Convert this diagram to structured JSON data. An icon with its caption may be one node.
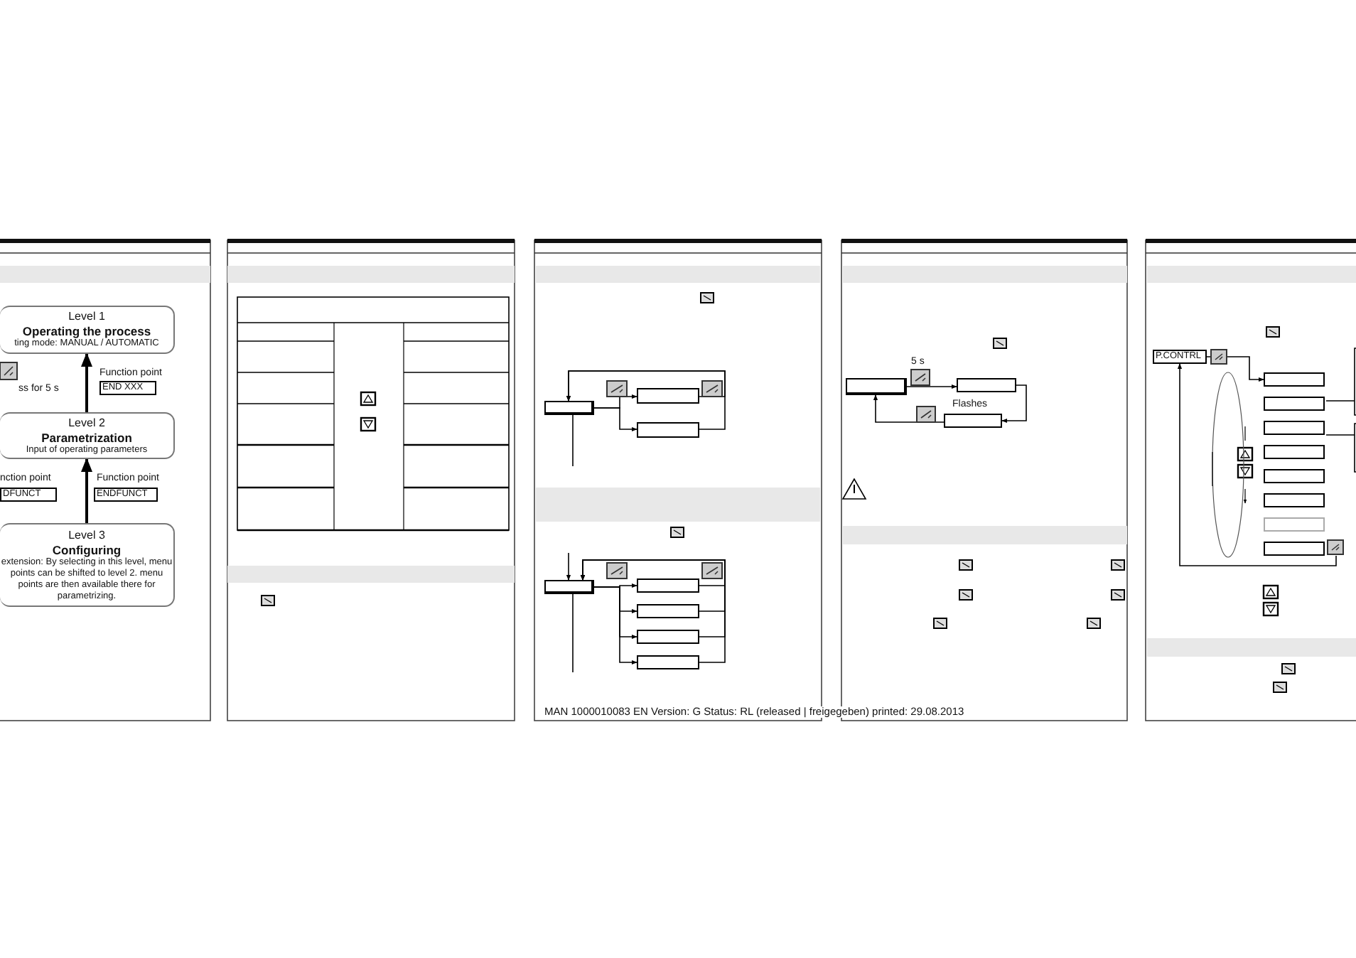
{
  "diagram": {
    "nodes": [
      {
        "text": [
          "Level 1",
          "Operating the process",
          "ting mode: MANUAL / AUTOMATIC"
        ]
      },
      {
        "text": [
          "Level 2",
          "Parametrization",
          "Input of operating parameters"
        ]
      },
      {
        "text": [
          "Level 3",
          "Configuring",
          "extension: By selecting in this level, menu points can be shifted to level 2. menu points are then available there for parametrizing."
        ]
      },
      {
        "text": [
          "END XXX"
        ]
      },
      {
        "text": [
          "DFUNCT"
        ]
      },
      {
        "text": [
          "ENDFUNCT"
        ]
      },
      {
        "text": [],
        "shape": "box"
      },
      {
        "text": [],
        "shape": "box"
      },
      {
        "text": [],
        "shape": "box"
      },
      {
        "text": [],
        "shape": "box"
      },
      {
        "text": [],
        "shape": "box"
      },
      {
        "text": [],
        "shape": "box"
      },
      {
        "text": [],
        "shape": "box"
      },
      {
        "text": [],
        "shape": "box"
      },
      {
        "text": [],
        "shape": "box"
      },
      {
        "text": [],
        "shape": "box"
      },
      {
        "text": [],
        "shape": "box",
        "beside": [
          "Flashes"
        ]
      },
      {
        "text": [
          "P.CONTRL"
        ]
      },
      {
        "text": [],
        "shape": "box"
      },
      {
        "text": [],
        "shape": "box"
      },
      {
        "text": [],
        "shape": "box"
      },
      {
        "text": [],
        "shape": "box"
      },
      {
        "text": [],
        "shape": "box"
      },
      {
        "text": [],
        "shape": "box"
      },
      {
        "text": [],
        "shape": "box"
      },
      {
        "text": [],
        "shape": "box"
      }
    ],
    "edges": [
      {
        "from": 1,
        "to": 0,
        "arrow": "to"
      },
      {
        "from": 2,
        "to": 1,
        "arrow": "to"
      },
      {
        "from": 6,
        "to": 7,
        "arrow": "to"
      },
      {
        "from": 6,
        "to": 8,
        "arrow": "to"
      },
      {
        "from": 7,
        "to": 6,
        "arrow": "to"
      },
      {
        "from": 8,
        "to": 6,
        "arrow": "to"
      },
      {
        "from": 6,
        "to": null,
        "arrow": "none"
      },
      {
        "from": null,
        "to": 9,
        "arrow": "to"
      },
      {
        "from": 9,
        "to": 10,
        "arrow": "to"
      },
      {
        "from": 9,
        "to": 11,
        "arrow": "to"
      },
      {
        "from": 9,
        "to": 12,
        "arrow": "to"
      },
      {
        "from": 9,
        "to": 13,
        "arrow": "to"
      },
      {
        "from": 10,
        "to": 9,
        "arrow": "to"
      },
      {
        "from": 11,
        "to": 9,
        "arrow": "to"
      },
      {
        "from": 12,
        "to": 9,
        "arrow": "to"
      },
      {
        "from": 13,
        "to": 9,
        "arrow": "to"
      },
      {
        "from": 9,
        "to": null,
        "arrow": "none"
      },
      {
        "from": 14,
        "to": 15,
        "arrow": "to",
        "label": "5 s"
      },
      {
        "from": 15,
        "to": 16,
        "arrow": "to"
      },
      {
        "from": 16,
        "to": 14,
        "arrow": "to"
      },
      {
        "from": 17,
        "to": 18,
        "arrow": "to"
      },
      {
        "from": 25,
        "to": 17,
        "arrow": "to"
      }
    ],
    "labels": [
      "ss for 5 s",
      "Function point",
      "nction point",
      "Function point",
      "MAN 1000010083 EN Version: G Status: RL (released | freigegeben) printed: 29.08.2013"
    ]
  }
}
